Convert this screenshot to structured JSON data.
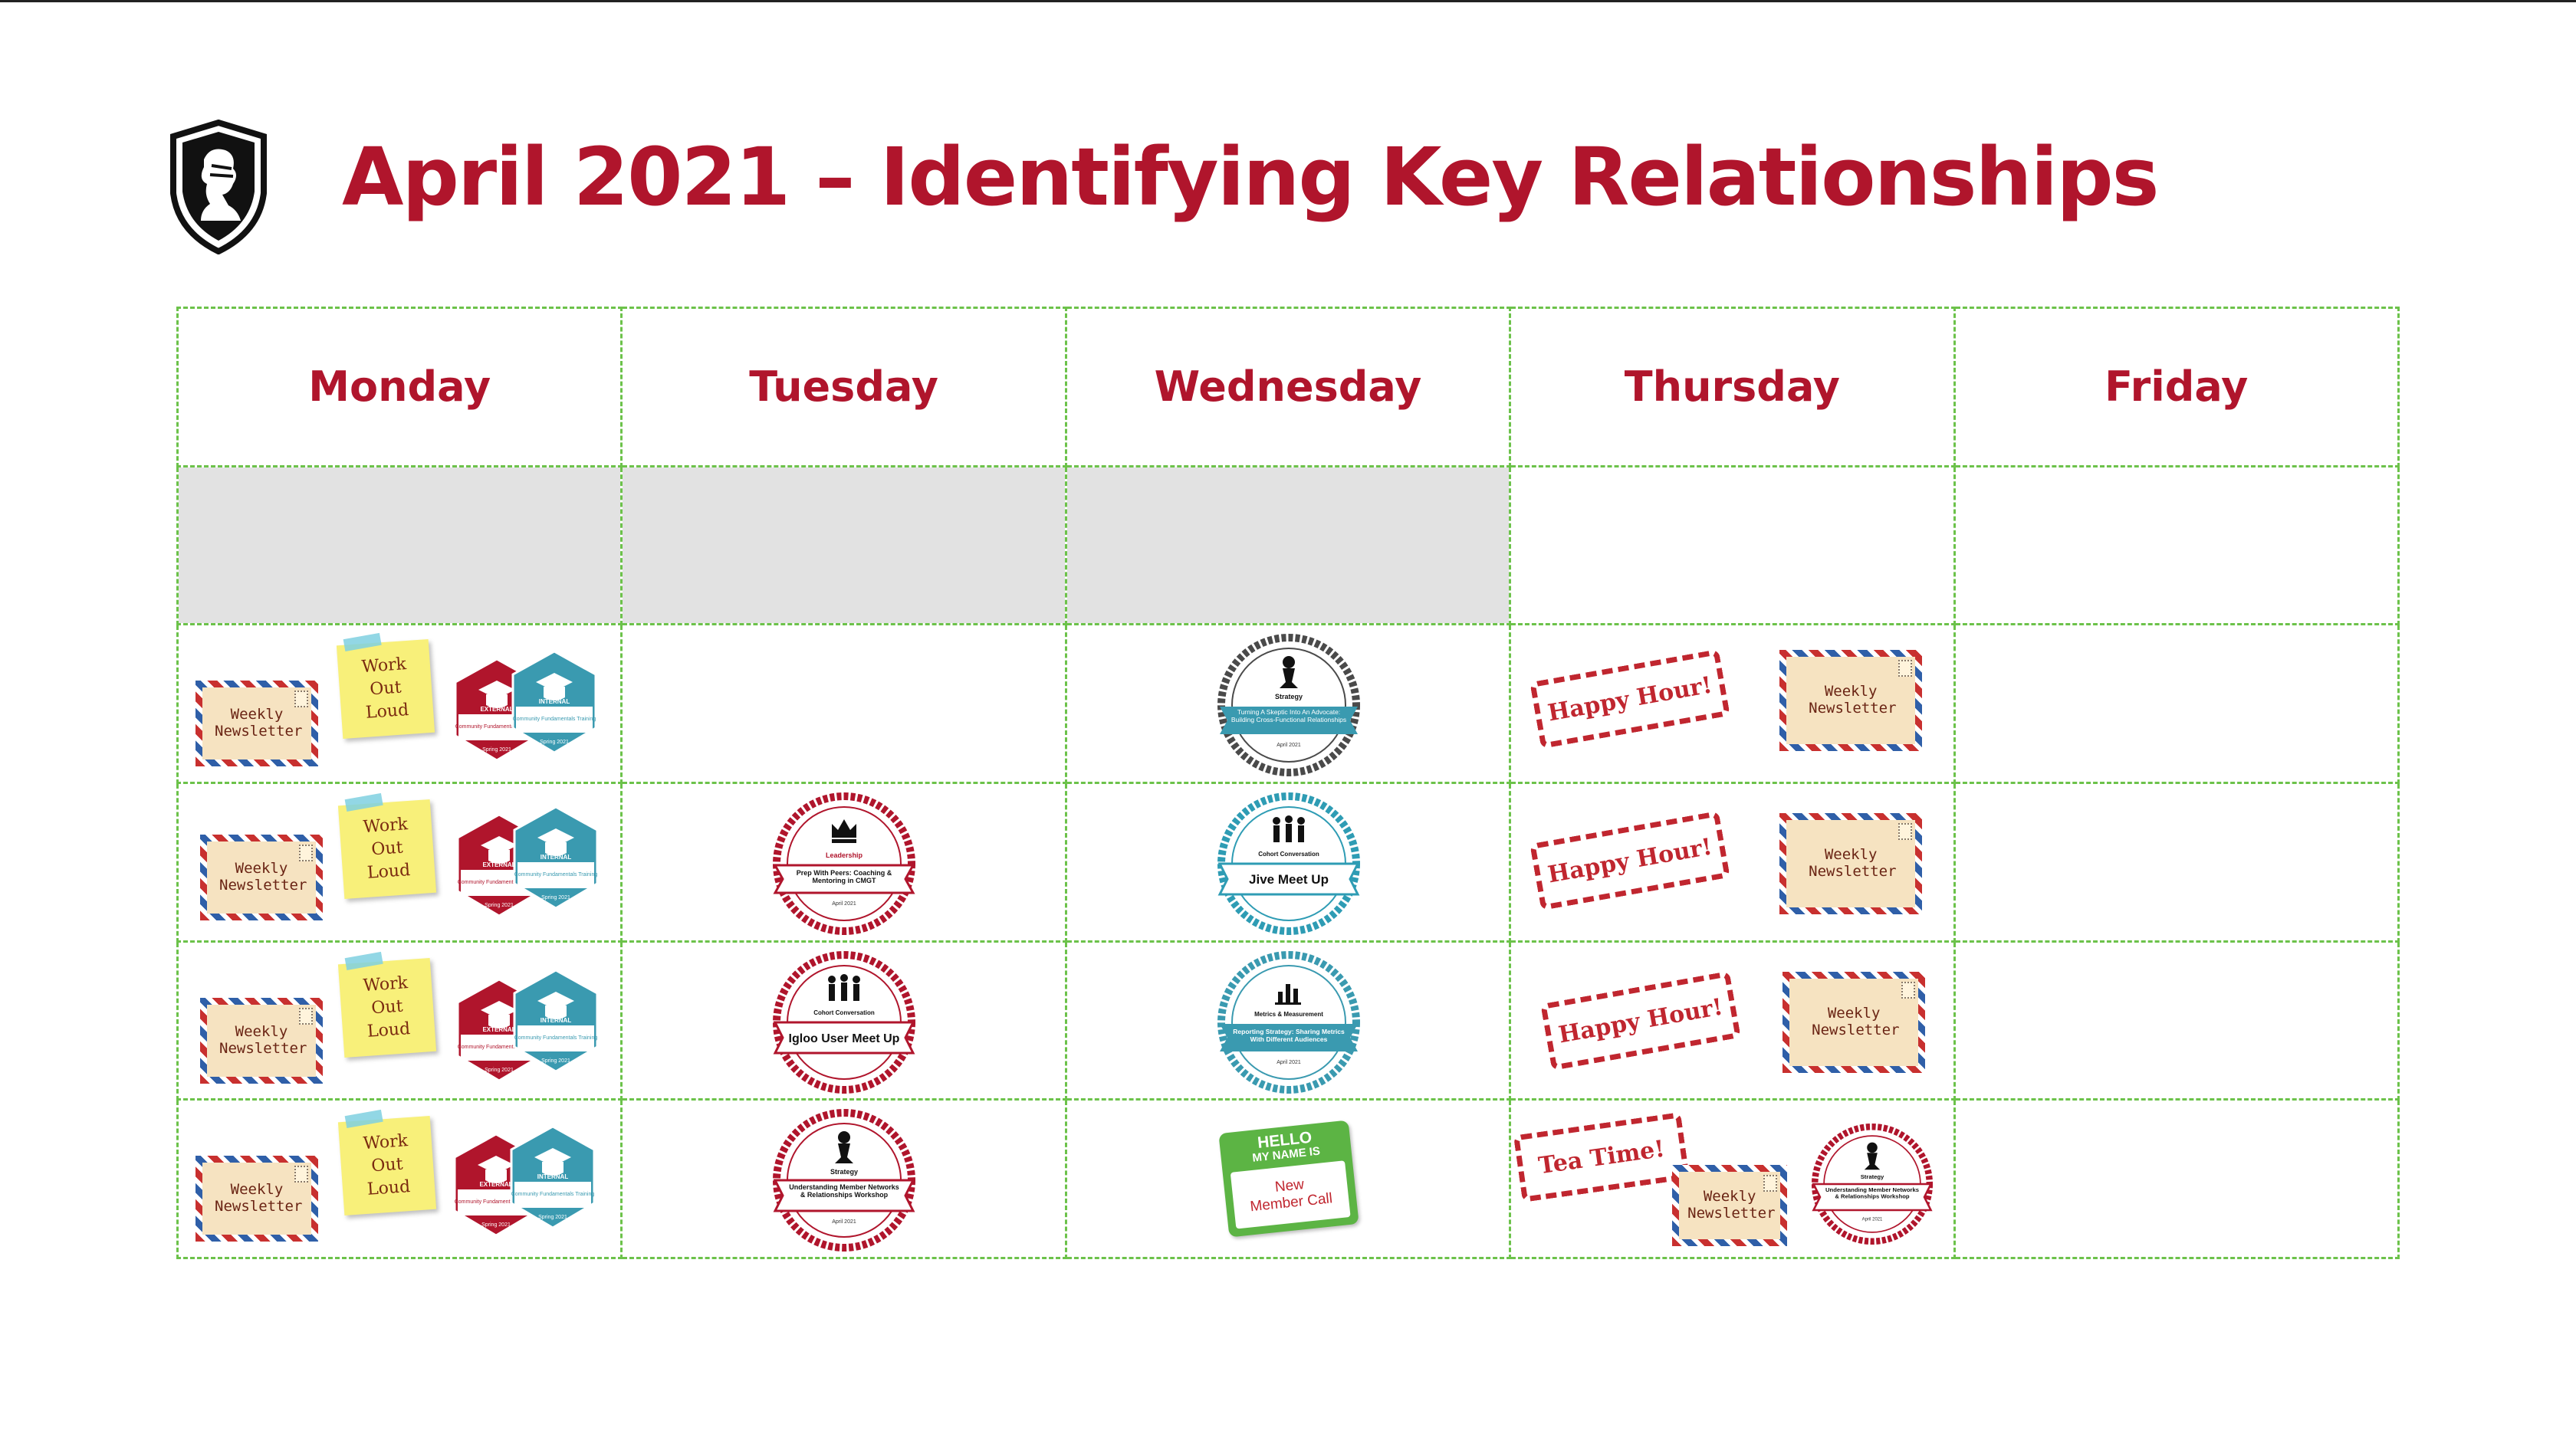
{
  "title": "April 2021 – Identifying Key Relationships",
  "days": [
    "Monday",
    "Tuesday",
    "Wednesday",
    "Thursday",
    "Friday"
  ],
  "labels": {
    "weekly_newsletter": "Weekly Newsletter",
    "work_out_loud": "Work Out Loud",
    "happy_hour": "Happy Hour!",
    "tea_time": "Tea Time!",
    "badge_external": "EXTERNAL",
    "badge_internal": "INTERNAL",
    "badge_course": "Community Fundamentals Training",
    "badge_term": "Spring 2021",
    "hello_line1": "HELLO",
    "hello_line2": "MY NAME IS",
    "new_member_call": "New Member Call"
  },
  "events": {
    "wed_w1": {
      "category": "Strategy",
      "title": "Turning A Skeptic Into An Advocate: Building Cross-Functional Relationships",
      "date": "April 2021",
      "color": "#4a4a4a",
      "band": "#3a9ab0",
      "icon": "chess-pawn-icon"
    },
    "tue_w2": {
      "category": "Leadership",
      "title": "Prep With Peers: Coaching & Mentoring in CMGT",
      "date": "April 2021",
      "color": "#b0152c",
      "band": "#ffffff",
      "icon": "crown-icon"
    },
    "wed_w2": {
      "category": "Cohort Conversation",
      "title": "Jive Meet Up",
      "date": "",
      "color": "#2e9cb4",
      "band": "#ffffff",
      "icon": "people-icon"
    },
    "tue_w3": {
      "category": "Cohort Conversation",
      "title": "Igloo User Meet Up",
      "date": "",
      "color": "#b0152c",
      "band": "#ffffff",
      "icon": "people-icon"
    },
    "wed_w3": {
      "category": "Metrics & Measurement",
      "title": "Reporting Strategy: Sharing Metrics With Different Audiences",
      "date": "April 2021",
      "color": "#3a9ab0",
      "band": "#3a9ab0",
      "icon": "bar-chart-icon"
    },
    "tue_w4": {
      "category": "Strategy",
      "title": "Understanding Member Networks & Relationships Workshop",
      "date": "April 2021",
      "color": "#b0152c",
      "band": "#ffffff",
      "icon": "chess-pawn-icon"
    },
    "thu_w4": {
      "category": "Strategy",
      "title": "Understanding Member Networks & Relationships Workshop",
      "date": "April 2021",
      "color": "#b0152c",
      "band": "#ffffff",
      "icon": "chess-pawn-icon"
    }
  },
  "colors": {
    "accent": "#b0152c",
    "grid": "#6cc24a",
    "shaded": "#e2e2e2",
    "teal": "#3a9ab0"
  }
}
